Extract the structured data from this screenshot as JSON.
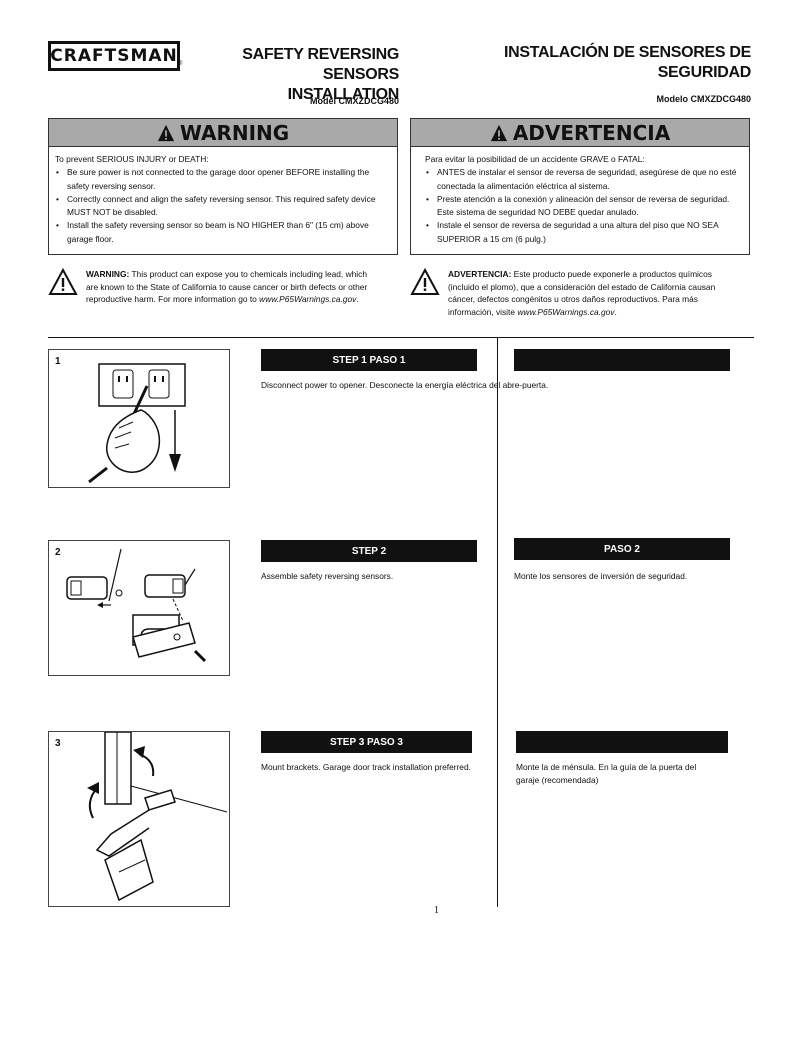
{
  "header": {
    "logo_text": "CRAFTSMAN",
    "logo_reg": "®",
    "title_en_line1": "SAFETY REVERSING SENSORS",
    "title_en_line2": "INSTALLATION",
    "model_en": "Model CMXZDCG480",
    "title_es_line1": "INSTALACIÓN DE SENSORES DE",
    "title_es_line2": "SEGURIDAD",
    "model_es": "Modelo CMXZDCG480"
  },
  "warning_en": {
    "heading": "WARNING",
    "intro": "To prevent SERIOUS INJURY or DEATH:",
    "items": [
      "Be sure power is not connected to the garage door opener BEFORE installing the safety reversing sensor.",
      "Correctly connect and align the safety reversing sensor. This required safety device MUST NOT be disabled.",
      "Install the safety reversing sensor so beam is NO HIGHER than 6\" (15 cm) above garage floor."
    ]
  },
  "warning_es": {
    "heading": "ADVERTENCIA",
    "intro": "Para evitar la posibilidad de un accidente GRAVE o FATAL:",
    "items": [
      "ANTES de instalar el sensor de reversa de seguridad, asegúrese de que no esté conectada la alimentación eléctrica al sistema.",
      "Preste atención a la conexión y alineación del sensor de reversa de seguridad. Este sistema de seguridad NO DEBE quedar anulado.",
      "Instale el sensor de reversa de seguridad a una altura del piso que NO SEA SUPERIOR a 15 cm (6 pulg.)"
    ]
  },
  "p65_en": {
    "label": "WARNING:",
    "text": " This product can expose you to chemicals including lead, which are known to the State of California to cause cancer or birth defects or other reproductive harm. For more information go to ",
    "link": "www.P65Warnings.ca.gov",
    "end": "."
  },
  "p65_es": {
    "label": "ADVERTENCIA:",
    "text": " Este producto puede exponerle a productos químicos (incluido el plomo), que a consideración del estado de California causan cáncer, defectos congénitos u otros daños reproductivos. Para más información, visite ",
    "link": "www.P65Warnings.ca.gov",
    "end": "."
  },
  "steps": [
    {
      "number": "1",
      "bar_en": "STEP 1 PASO 1",
      "bar_es": "",
      "text_en": "Disconnect power to opener. Desconecte la energía eléctrica del abre-puerta.",
      "text_es": ""
    },
    {
      "number": "2",
      "bar_en": "STEP 2",
      "bar_es": "PASO 2",
      "text_en": "Assemble safety reversing sensors.",
      "text_es": "Monte los sensores de inversión de seguridad."
    },
    {
      "number": "3",
      "bar_en": "STEP 3 PASO 3",
      "bar_es": "",
      "text_en": "Mount brackets. Garage door track installation preferred.",
      "text_es": "Monte la de ménsula. En la guía de la puerta del garaje (recomendada)"
    }
  ],
  "page_number": "1",
  "colors": {
    "warning_header": "#a9a9a9",
    "step_bar": "#111111"
  }
}
